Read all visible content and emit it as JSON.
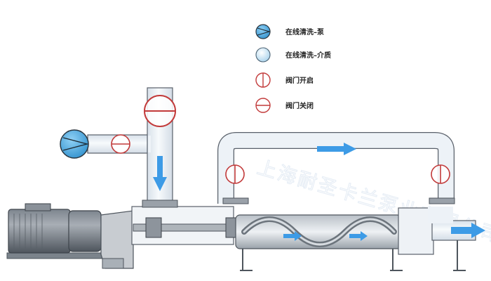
{
  "legend": {
    "pump": "在线清洗–泵",
    "medium": "在线清洗–介质",
    "valve_open": "阀门开启",
    "valve_closed": "阀门关闭"
  },
  "watermark": "上海耐圣卡兰泵业有限公司",
  "colors": {
    "pipe_fill": "#eef3f8",
    "pipe_outline": "#59606a",
    "flow_arrow": "#3d9be6",
    "pump_blue": "#3fa3dd",
    "valve_red": "#c23a3a",
    "metal_dark": "#5e666f",
    "metal_light": "#c9cdd2",
    "watermark": "#e6edf5"
  },
  "icons": {
    "pump": "pump-icon",
    "medium": "medium-icon",
    "valve_open": "valve-open-icon",
    "valve_closed": "valve-closed-icon"
  }
}
